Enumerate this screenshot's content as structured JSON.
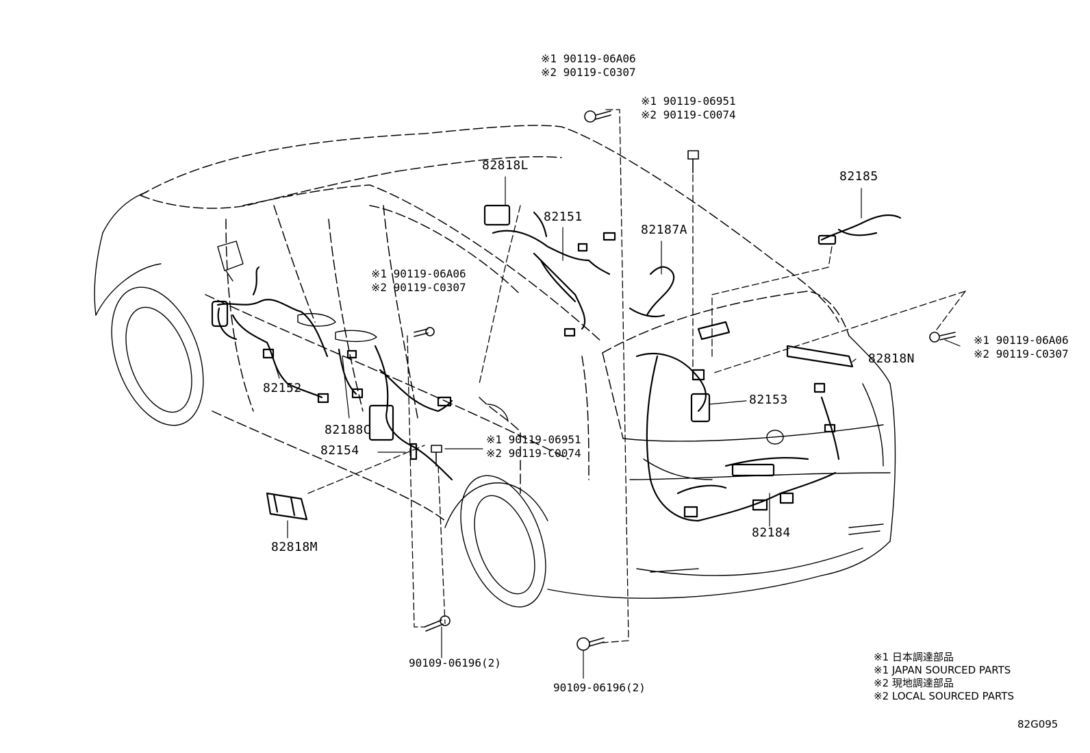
{
  "diagram": {
    "part_labels": {
      "p82818L": "82818L",
      "p82151": "82151",
      "p82185": "82185",
      "p82187A": "82187A",
      "p82818N": "82818N",
      "p82153": "82153",
      "p82152": "82152",
      "p82188C": "82188C",
      "p82154": "82154",
      "p82184": "82184",
      "p82818M": "82818M"
    },
    "fasteners": {
      "top_left": {
        "line1": "※1 90119-06A06",
        "line2": "※2 90119-C0307"
      },
      "top_right": {
        "line1": "※1 90119-06951",
        "line2": "※2 90119-C0074"
      },
      "mid_left": {
        "line1": "※1 90119-06A06",
        "line2": "※2 90119-C0307"
      },
      "right_side": {
        "line1": "※1 90119-06A06",
        "line2": "※2 90119-C0307"
      },
      "lower_mid": {
        "line1": "※1 90119-06951",
        "line2": "※2 90119-C0074"
      },
      "bottom_left": "90109-06196(2)",
      "bottom_mid": "90109-06196(2)"
    },
    "legend": [
      "※1 日本調達部品",
      "※1 JAPAN SOURCED PARTS",
      "※2 現地調達部品",
      "※2 LOCAL SOURCED PARTS"
    ],
    "diagram_code": "82G095"
  }
}
